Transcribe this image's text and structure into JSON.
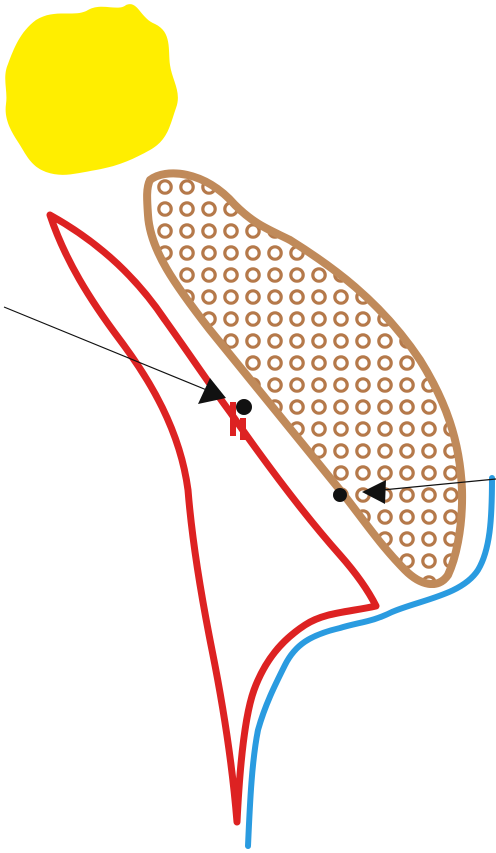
{
  "colors": {
    "background": "#ffffff",
    "sun": "#ffee00",
    "red_outline": "#dd2222",
    "brown_outline": "#c08a5a",
    "dot_pattern": "#b5794a",
    "blue_line": "#2a9be0",
    "arrow": "#111111"
  },
  "icons": {
    "sun": "sun-icon",
    "red_shape": "red-outline-shape",
    "brown_shape": "dotted-brown-shape",
    "blue_line": "blue-line",
    "arrow_left": "arrow-left",
    "arrow_right": "arrow-right",
    "small_red_marker": "red-marker-icon"
  }
}
